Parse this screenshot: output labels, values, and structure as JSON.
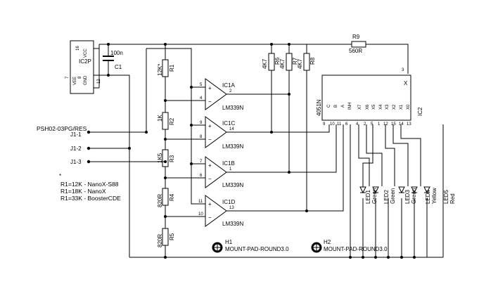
{
  "connector": {
    "name": "PSH02-03PG/RES",
    "pins": [
      "J1-1",
      "J1-2",
      "J1-3"
    ]
  },
  "ic2p": {
    "name": "IC2P",
    "vcc": "VCC",
    "vee": "VEE",
    "gnd": "GND",
    "pins": [
      "16",
      "7",
      "8",
      "12"
    ]
  },
  "capacitor": {
    "ref": "C1",
    "value": "100n"
  },
  "resistors": [
    {
      "ref": "R1",
      "value": "12K*"
    },
    {
      "ref": "R2",
      "value": "1K"
    },
    {
      "ref": "R3",
      "value": "1K5"
    },
    {
      "ref": "R4",
      "value": "820R"
    },
    {
      "ref": "R5",
      "value": "820R"
    },
    {
      "ref": "R6",
      "value": "4K7"
    },
    {
      "ref": "R7",
      "value": "4K7"
    },
    {
      "ref": "R8",
      "value": "4K7"
    },
    {
      "ref": "R9",
      "value": "560R"
    }
  ],
  "comparators": [
    {
      "ref": "IC1A",
      "part": "LM339N",
      "plus": "5",
      "minus": "4",
      "out": "2"
    },
    {
      "ref": "IC1C",
      "part": "LM339N",
      "plus": "9",
      "minus": "8",
      "out": "14"
    },
    {
      "ref": "IC1B",
      "part": "LM339N",
      "plus": "7",
      "minus": "6",
      "out": "1"
    },
    {
      "ref": "IC1D",
      "part": "LM339N",
      "plus": "11",
      "minus": "10",
      "out": "13"
    }
  ],
  "mux": {
    "ref": "IC2",
    "part": "4051N",
    "top_x": "X",
    "top_pin": "3",
    "inputs": [
      "C",
      "B",
      "A",
      "INH"
    ],
    "input_pins": [
      "9",
      "10",
      "11",
      "6"
    ],
    "outputs": [
      "X7",
      "X6",
      "X5",
      "X4",
      "X3",
      "X2",
      "X1",
      "X0"
    ],
    "output_pins": [
      "4",
      "2",
      "5",
      "1",
      "12",
      "15",
      "14",
      "13"
    ]
  },
  "leds": [
    {
      "ref": "LED1",
      "color": "Green"
    },
    {
      "ref": "LED2",
      "color": "Green"
    },
    {
      "ref": "LED3",
      "color": "Green"
    },
    {
      "ref": "LED4",
      "color": "Yellow"
    },
    {
      "ref": "LED5",
      "color": "Red"
    }
  ],
  "mounts": [
    {
      "ref": "H1",
      "part": "MOUNT-PAD-ROUND3.0"
    },
    {
      "ref": "H2",
      "part": "MOUNT-PAD-ROUND3.0"
    }
  ],
  "notes": {
    "marker": "*",
    "lines": [
      "R1=12K - NanoX-S88",
      "R1=18K - NanoX",
      "R1=33K - BoosterCDE"
    ]
  }
}
